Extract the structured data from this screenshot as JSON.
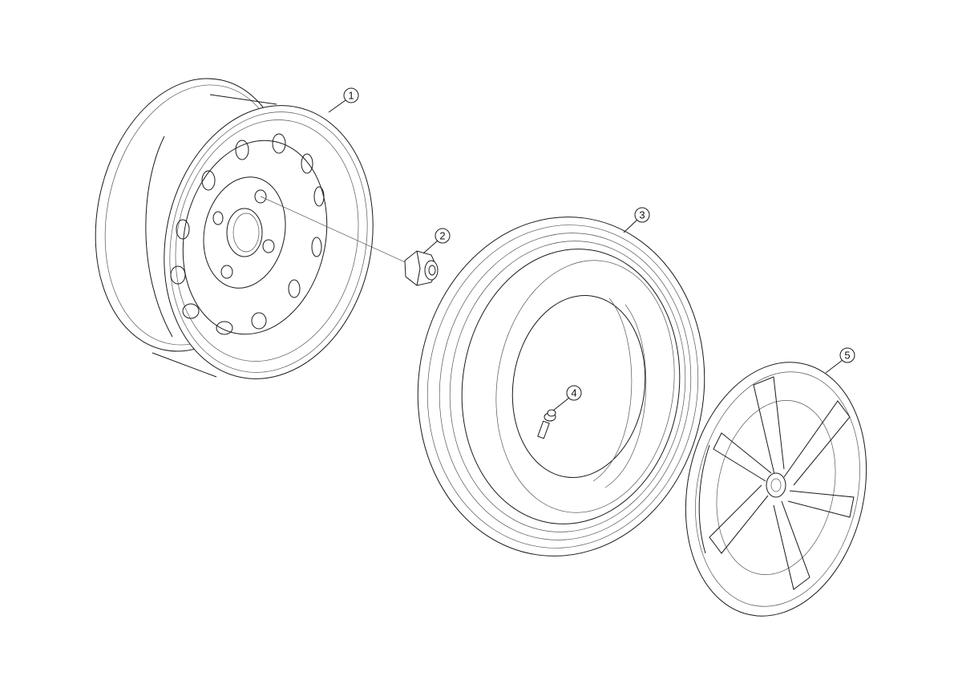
{
  "diagram": {
    "type": "exploded parts diagram",
    "parts": [
      {
        "callout": "1",
        "part": "steel-wheel-rim"
      },
      {
        "callout": "2",
        "part": "wheel-nut"
      },
      {
        "callout": "3",
        "part": "tire"
      },
      {
        "callout": "4",
        "part": "valve-stem"
      },
      {
        "callout": "5",
        "part": "wheel-cover"
      }
    ],
    "line_color": "#1a1a1a",
    "background": "#ffffff"
  }
}
